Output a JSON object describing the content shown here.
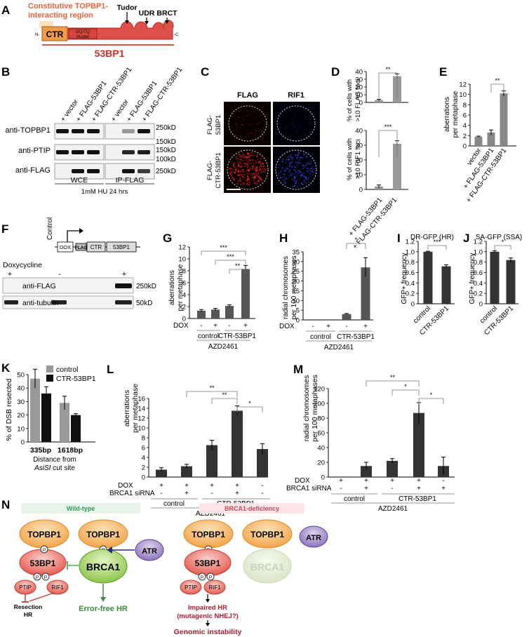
{
  "panels": {
    "A": {
      "letter": "A",
      "domain_title": "Constitutive TOPBP1-\ninteracting region",
      "ctr": "CTR",
      "sqtq": "SQ/TQ\ncluster",
      "tudor": "Tudor",
      "udr": "UDR",
      "brct": "BRCT",
      "n": "N-",
      "c": "-C",
      "protein": "53BP1",
      "colors": {
        "orange": "#f29a4a",
        "red": "#e0504a",
        "title": "#e8623a",
        "protein_label": "#d42b2b"
      }
    },
    "B": {
      "letter": "B",
      "lanes": [
        "+ vector",
        "+ FLAG-53BP1",
        "+ FLAG-CTR-53BP1",
        "+ vector",
        "+ FLAG-53BP1",
        "+ FLAG-CTR-53BP1"
      ],
      "rows": [
        "anti-TOPBP1",
        "anti-PTIP",
        "anti-FLAG"
      ],
      "mw": [
        "250kD",
        "150kD",
        "150kD",
        "100kD",
        "250kD"
      ],
      "groups": [
        "WCE",
        "IP-FLAG"
      ],
      "condition": "1mM HU 24 hrs"
    },
    "C": {
      "letter": "C",
      "cols": [
        "FLAG",
        "RIF1"
      ],
      "rows": [
        "FLAG-\n53BP1",
        "FLAG-\nCTR-53BP1"
      ]
    },
    "D": {
      "letter": "D",
      "chart1_ylabel": [
        "% of cells with",
        ">10 FLAG foci"
      ],
      "chart2_ylabel": [
        "% of cells with",
        ">10 RIF1 foci"
      ],
      "sig1": "**",
      "sig2": "***",
      "xlabels": [
        "+ FLAG-53BP1",
        "+ FLAG-CTR-53BP1"
      ]
    },
    "E": {
      "letter": "E",
      "ylabel": [
        "aberrations",
        "per metaphase"
      ],
      "sig": "**"
    },
    "F": {
      "letter": "F",
      "construct": [
        "Control",
        "DOX",
        "FLAG",
        "CTR",
        "53BP1"
      ],
      "doxy": "Doxycycline",
      "doxy_signs": [
        "+",
        "-",
        "+"
      ],
      "rows": [
        "anti-FLAG",
        "anti-tubulin"
      ],
      "mw": [
        "250kD",
        "50kD"
      ]
    },
    "G": {
      "letter": "G",
      "ylabel": [
        "aberrations",
        "per metaphase"
      ],
      "dox_label": "DOX",
      "dox_signs": [
        "-",
        "+",
        "-",
        "+"
      ],
      "groups": [
        "control",
        "CTR-53BP1"
      ],
      "drug": "AZD2461",
      "sigs": [
        "***",
        "***",
        "**"
      ]
    },
    "H": {
      "letter": "H",
      "ylabel": [
        "radial chromosomes",
        "per 100 metaphases"
      ],
      "dox_label": "DOX",
      "dox_signs": [
        "-",
        "+",
        "-",
        "+"
      ],
      "groups": [
        "control",
        "CTR-53BP1"
      ],
      "drug": "AZD2461",
      "sig": "*"
    },
    "I": {
      "letter": "I",
      "title": "DR-GFP (HR)",
      "ylabel": "GFP+ frequency",
      "sig": "***"
    },
    "J": {
      "letter": "J",
      "title": "SA-GFP (SSA)",
      "ylabel": "GFP+ frequency",
      "sig": "*"
    },
    "K": {
      "letter": "K",
      "ylabel": "% of DSB resected",
      "xlabel": "Distance from",
      "xlabel2_italic": "AsiSI",
      "xlabel2_rest": " cut site"
    },
    "L": {
      "letter": "L",
      "ylabel": [
        "aberrations",
        "per metaphase"
      ],
      "row_labels": [
        "DOX",
        "BRCA1 siRNA"
      ],
      "dox_signs": [
        "+",
        "+",
        "+",
        "+",
        "-"
      ],
      "sirna_signs": [
        "-",
        "+",
        "-",
        "+",
        "-"
      ],
      "groups": [
        "control",
        "CTR-53BP1"
      ],
      "drug": "AZD2461",
      "sigs": [
        "**",
        "**",
        "*"
      ]
    },
    "M": {
      "letter": "M",
      "ylabel": [
        "radial chromosomes",
        "per 100 metaphases"
      ],
      "row_labels": [
        "DOX",
        "BRCA1 siRNA"
      ],
      "dox_signs": [
        "+",
        "+",
        "+",
        "+",
        "-"
      ],
      "sirna_signs": [
        "-",
        "+",
        "-",
        "+",
        "+"
      ],
      "groups": [
        "control",
        "CTR-53BP1"
      ],
      "drug": "AZD2461",
      "sigs": [
        "**",
        "*",
        "*"
      ]
    },
    "N": {
      "letter": "N",
      "wt_title": "Wild-type",
      "brca_title": "BRCA1-deficiency",
      "topbp1": "TOPBP1",
      "bp53": "53BP1",
      "brca1": "BRCA1",
      "atr": "ATR",
      "ptip": "PTIP",
      "rif1": "RIF1",
      "p": "P",
      "resection": [
        "Resection",
        "HR"
      ],
      "errorfree": "Error-free HR",
      "impaired": [
        "Impaired HR",
        "(mutagenic NHEJ?)"
      ],
      "genomic": "Genomic instability"
    }
  },
  "chart_data": [
    {
      "id": "D-top",
      "type": "bar",
      "categories": [
        "+ FLAG-53BP1",
        "+ FLAG-CTR-53BP1"
      ],
      "values": [
        3,
        34
      ],
      "errors": [
        1,
        3
      ],
      "ylim": [
        0,
        40
      ],
      "yticks": [
        0,
        10,
        20,
        30,
        40
      ],
      "ylabel": "% of cells with >10 FLAG foci"
    },
    {
      "id": "D-bottom",
      "type": "bar",
      "categories": [
        "+ FLAG-53BP1",
        "+ FLAG-CTR-53BP1"
      ],
      "values": [
        2,
        31
      ],
      "errors": [
        1,
        2
      ],
      "ylim": [
        0,
        40
      ],
      "yticks": [
        0,
        10,
        20,
        30,
        40
      ],
      "ylabel": "% of cells with >10 RIF1 foci"
    },
    {
      "id": "E",
      "type": "bar",
      "categories": [
        "vector",
        "+ FLAG-53BP1",
        "+ FLAG-CTR-53BP1"
      ],
      "values": [
        1.8,
        2.6,
        10.2
      ],
      "errors": [
        0.1,
        0.5,
        0.5
      ],
      "ylim": [
        0,
        12
      ],
      "yticks": [
        0,
        2,
        4,
        6,
        8,
        10,
        12
      ],
      "ylabel": "aberrations per metaphase"
    },
    {
      "id": "G",
      "type": "bar",
      "categories": [
        "control -",
        "control +",
        "CTR-53BP1 -",
        "CTR-53BP1 +"
      ],
      "values": [
        1.3,
        1.5,
        2.1,
        8.3
      ],
      "errors": [
        0.2,
        0.2,
        0.2,
        0.6
      ],
      "ylim": [
        0,
        12
      ],
      "yticks": [
        0,
        2,
        4,
        6,
        8,
        10,
        12
      ],
      "ylabel": "aberrations per metaphase"
    },
    {
      "id": "H",
      "type": "bar",
      "categories": [
        "control -",
        "control +",
        "CTR-53BP1 -",
        "CTR-53BP1 +"
      ],
      "values": [
        0,
        0,
        3,
        27
      ],
      "errors": [
        0,
        0,
        0.3,
        5
      ],
      "ylim": [
        0,
        35
      ],
      "yticks": [
        0,
        5,
        10,
        15,
        20,
        25,
        30,
        35
      ],
      "ylabel": "radial chromosomes per 100 metaphases"
    },
    {
      "id": "I",
      "type": "bar",
      "categories": [
        "control",
        "CTR-53BP1"
      ],
      "values": [
        1.0,
        0.72
      ],
      "errors": [
        0.01,
        0.03
      ],
      "ylim": [
        0,
        1.2
      ],
      "yticks": [
        "0",
        "0.2",
        "0.4",
        "0.6",
        "0.8",
        "1.0",
        "1.2"
      ],
      "title": "DR-GFP (HR)",
      "ylabel": "GFP+ frequency"
    },
    {
      "id": "J",
      "type": "bar",
      "categories": [
        "control",
        "CTR-53BP1"
      ],
      "values": [
        1.0,
        0.84
      ],
      "errors": [
        0.02,
        0.04
      ],
      "ylim": [
        0,
        1.2
      ],
      "yticks": [
        "0",
        "0.2",
        "0.4",
        "0.6",
        "0.8",
        "1.0",
        "1.2"
      ],
      "title": "SA-GFP (SSA)",
      "ylabel": "GFP+ frequency"
    },
    {
      "id": "K",
      "type": "bar",
      "categories": [
        "335bp",
        "1618bp"
      ],
      "series": [
        {
          "name": "control",
          "values": [
            47,
            29
          ],
          "errors": [
            7,
            5
          ],
          "color": "#999999"
        },
        {
          "name": "CTR-53BP1",
          "values": [
            36,
            20
          ],
          "errors": [
            5,
            1
          ],
          "color": "#111111"
        }
      ],
      "ylim": [
        0,
        50
      ],
      "yticks": [
        0,
        10,
        20,
        30,
        40,
        50
      ],
      "ylabel": "% of DSB resected"
    },
    {
      "id": "L",
      "type": "bar",
      "categories": [
        "1",
        "2",
        "3",
        "4",
        "5"
      ],
      "values": [
        1.5,
        2.2,
        6.5,
        13.5,
        5.7
      ],
      "errors": [
        0.4,
        0.4,
        1.0,
        1.0,
        1.1
      ],
      "ylim": [
        0,
        16
      ],
      "yticks": [
        0,
        2,
        4,
        6,
        8,
        10,
        12,
        14,
        16
      ],
      "ylabel": "aberrations per metaphase"
    },
    {
      "id": "M",
      "type": "bar",
      "categories": [
        "1",
        "2",
        "3",
        "4",
        "5"
      ],
      "values": [
        0,
        15,
        22,
        87,
        15
      ],
      "errors": [
        0,
        5,
        3,
        14,
        12
      ],
      "ylim": [
        0,
        120
      ],
      "yticks": [
        0,
        20,
        40,
        60,
        80,
        100,
        120
      ],
      "ylabel": "radial chromosomes per 100 metaphases"
    }
  ]
}
